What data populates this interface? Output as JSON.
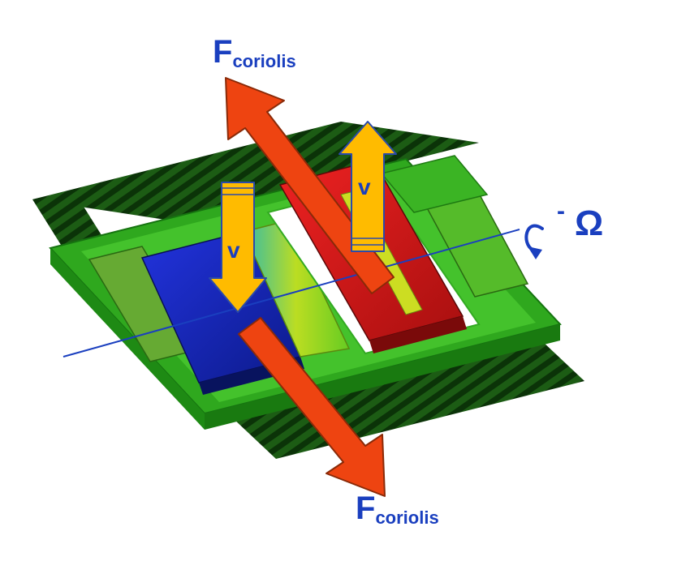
{
  "labels": {
    "force_top": {
      "main": "F",
      "sub": "coriolis"
    },
    "force_bottom": {
      "main": "F",
      "sub": "coriolis"
    },
    "velocity_left": "v",
    "velocity_right": "v",
    "rotation_sign": "-",
    "rotation_symbol": "Ω"
  },
  "colors": {
    "label_blue": "#1a3fbf",
    "force_arrow": "#ee4411",
    "velocity_arrow": "#ffbb00",
    "frame_green": "#33bb22",
    "comb_dark": "#0b3308",
    "mass_red": "#cc1111",
    "mass_blue": "#1122bb",
    "mass_yellow_green": "#aacc22",
    "axis_line": "#1a3fbf"
  }
}
